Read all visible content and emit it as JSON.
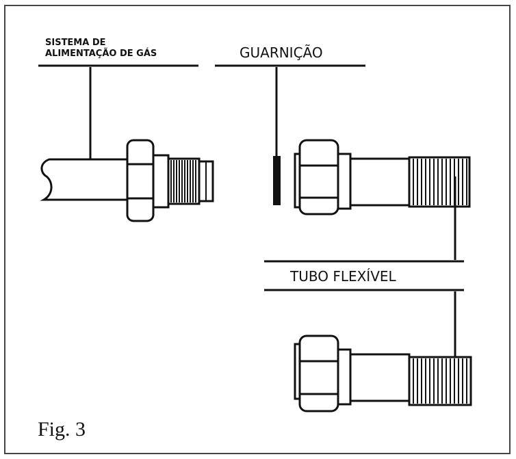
{
  "labels": {
    "gas_supply_line1": "SISTEMA DE",
    "gas_supply_line2": "ALIMENTAÇÃO DE GÁS",
    "gasket": "GUARNIÇÃO",
    "flexible_tube": "TUBO FLEXÍVEL",
    "figure_caption": "Fig. 3"
  },
  "colors": {
    "ink": "#111111",
    "frame": "#444444",
    "background": "#ffffff"
  }
}
